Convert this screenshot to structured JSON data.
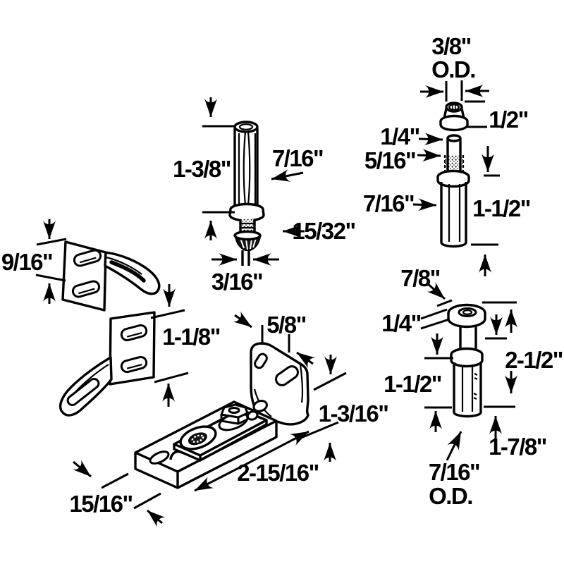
{
  "canvas": {
    "background": "#ffffff",
    "line_color": "#000000"
  },
  "parts": {
    "socket_grommet": {
      "dims": {
        "outer_diameter": "3/8\"",
        "outer_diameter_unit": "O.D.",
        "height": "1/2\""
      }
    },
    "top_pivot_pin": {
      "dims": {
        "tip_diameter": "1/4\"",
        "spring_diameter": "5/16\"",
        "body_diameter": "7/16\"",
        "body_length": "1-1/2\""
      }
    },
    "fluted_pivot_pin": {
      "dims": {
        "length": "1-3/8\"",
        "body_diameter": "7/16\"",
        "anchor_diameter": "15/32\"",
        "prong_diameter": "3/16\""
      }
    },
    "snugger_brackets": {
      "dims": {
        "upper_bracket_height": "9/16\"",
        "lower_bracket_height": "1-1/8\""
      }
    },
    "bottom_pivot_bracket": {
      "dims": {
        "flange_top_width": "5/8\"",
        "flange_height": "1-3/16\"",
        "base_length": "2-15/16\"",
        "base_width": "15/16\""
      }
    },
    "bottom_pivot": {
      "dims": {
        "disc_diameter": "7/8\"",
        "disc_thickness": "1/4\"",
        "overall_height": "2-1/2\"",
        "body_height": "1-1/2\"",
        "insert_depth": "1-7/8\"",
        "body_diameter": "7/16\"",
        "body_diameter_unit": "O.D."
      }
    }
  }
}
